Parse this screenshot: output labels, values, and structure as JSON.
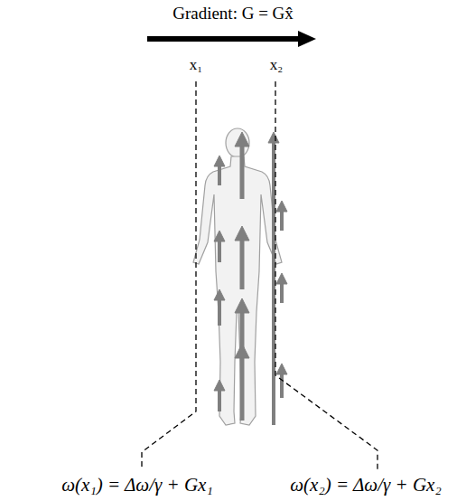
{
  "diagram": {
    "labels": [
      "Gradient: G = Gx̂",
      "x₁",
      "x₂",
      "ω(x₁) = Δω/γ + Gx₁",
      "ω(x₂) = Δω/γ + Gx₂"
    ]
  }
}
